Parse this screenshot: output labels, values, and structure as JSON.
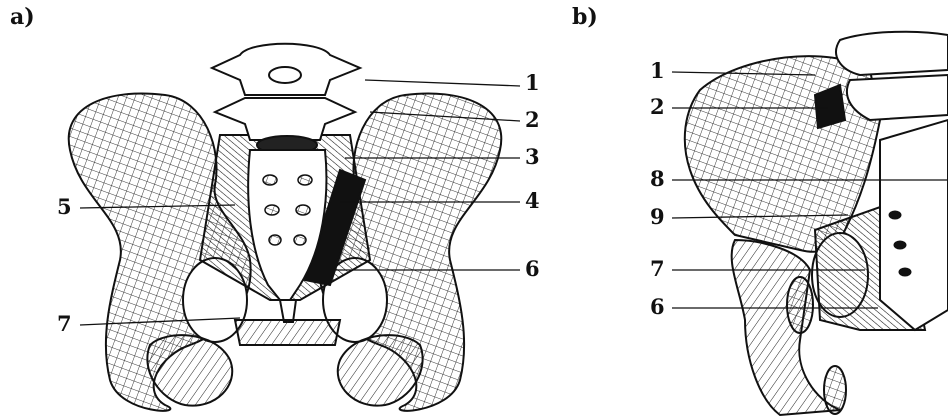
{
  "panels": [
    {
      "label": "a)",
      "callouts": [
        "1",
        "2",
        "3",
        "4",
        "5",
        "6",
        "7"
      ]
    },
    {
      "label": "b)",
      "callouts": [
        "1",
        "2",
        "8",
        "9",
        "7",
        "6"
      ]
    }
  ],
  "colors": {
    "ink": "#111111",
    "background": "#ffffff"
  }
}
